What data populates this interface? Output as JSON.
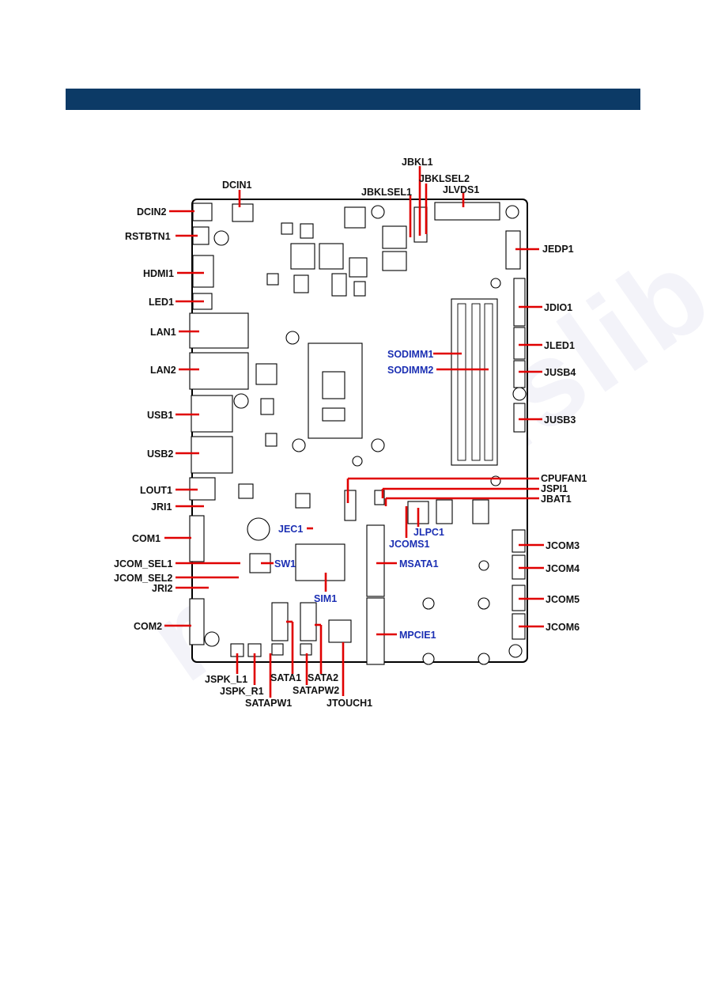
{
  "colors": {
    "header": "#0c3a66",
    "leader": "#e00000",
    "label": "#111111",
    "label_blue": "#1b2fb3",
    "watermark": "#b4b4dc"
  },
  "watermark": "manualslib.com",
  "labels": {
    "DCIN1": "DCIN1",
    "DCIN2": "DCIN2",
    "RSTBTN1": "RSTBTN1",
    "HDMI1": "HDMI1",
    "LED1": "LED1",
    "LAN1": "LAN1",
    "LAN2": "LAN2",
    "USB1": "USB1",
    "USB2": "USB2",
    "LOUT1": "LOUT1",
    "JRI1": "JRI1",
    "COM1": "COM1",
    "JCOM_SEL1": "JCOM_SEL1",
    "JCOM_SEL2": "JCOM_SEL2",
    "JRI2": "JRI2",
    "COM2": "COM2",
    "JSPK_L1": "JSPK_L1",
    "JSPK_R1": "JSPK_R1",
    "SATAPW1": "SATAPW1",
    "SATA1": "SATA1",
    "SATA2": "SATA2",
    "SATAPW2": "SATAPW2",
    "JTOUCH1": "JTOUCH1",
    "JBKL1": "JBKL1",
    "JBKLSEL2": "JBKLSEL2",
    "JBKLSEL1": "JBKLSEL1",
    "JLVDS1": "JLVDS1",
    "JEDP1": "JEDP1",
    "JDIO1": "JDIO1",
    "JLED1": "JLED1",
    "JUSB4": "JUSB4",
    "JUSB3": "JUSB3",
    "SODIMM1": "SODIMM1",
    "SODIMM2": "SODIMM2",
    "CPUFAN1": "CPUFAN1",
    "JSPI1": "JSPI1",
    "JBAT1": "JBAT1",
    "JEC1": "JEC1",
    "JLPC1": "JLPC1",
    "JCOMS1": "JCOMS1",
    "SW1": "SW1",
    "MSATA1": "MSATA1",
    "SIM1": "SIM1",
    "MPCIE1": "MPCIE1",
    "JCOM3": "JCOM3",
    "JCOM4": "JCOM4",
    "JCOM5": "JCOM5",
    "JCOM6": "JCOM6"
  }
}
